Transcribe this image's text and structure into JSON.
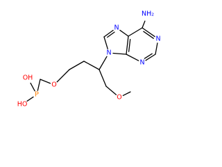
{
  "molecule": {
    "colors": {
      "bond": "#000000",
      "carbon": "#000000",
      "nitrogen": "#0000ff",
      "oxygen": "#ff0000",
      "phosphorus": "#ff8000",
      "background": "#ffffff"
    },
    "atoms": [
      {
        "id": "nh2",
        "label": "NH₂",
        "element": "N"
      },
      {
        "id": "n1",
        "label": "N",
        "element": "N"
      },
      {
        "id": "n3",
        "label": "N",
        "element": "N"
      },
      {
        "id": "n7",
        "label": "N",
        "element": "N"
      },
      {
        "id": "n9",
        "label": "N",
        "element": "N"
      },
      {
        "id": "o_ether",
        "label": "O",
        "element": "O"
      },
      {
        "id": "o_methoxy",
        "label": "O",
        "element": "O"
      },
      {
        "id": "p",
        "label": "P",
        "element": "P"
      },
      {
        "id": "oh_top",
        "label": "OH",
        "element": "O"
      },
      {
        "id": "oh_bottom",
        "label": "HO",
        "element": "O"
      },
      {
        "id": "c6"
      },
      {
        "id": "c5"
      },
      {
        "id": "c4"
      },
      {
        "id": "c2"
      },
      {
        "id": "c8"
      },
      {
        "id": "ca"
      },
      {
        "id": "cb"
      },
      {
        "id": "cc"
      },
      {
        "id": "cd"
      },
      {
        "id": "cme"
      },
      {
        "id": "cp"
      }
    ],
    "bonds": [
      {
        "a": "c6",
        "b": "nh2",
        "order": 1
      },
      {
        "a": "c6",
        "b": "n1",
        "order": 2
      },
      {
        "a": "n1",
        "b": "c2",
        "order": 1
      },
      {
        "a": "c2",
        "b": "n3",
        "order": 2
      },
      {
        "a": "n3",
        "b": "c4",
        "order": 1
      },
      {
        "a": "c4",
        "b": "c5",
        "order": 2
      },
      {
        "a": "c5",
        "b": "c6",
        "order": 1
      },
      {
        "a": "c5",
        "b": "n7",
        "order": 1
      },
      {
        "a": "n7",
        "b": "c8",
        "order": 2
      },
      {
        "a": "c8",
        "b": "n9",
        "order": 1
      },
      {
        "a": "n9",
        "b": "c4",
        "order": 1
      },
      {
        "a": "n9",
        "b": "ca",
        "order": 1
      },
      {
        "a": "ca",
        "b": "cb",
        "order": 1
      },
      {
        "a": "cb",
        "b": "cc",
        "order": 1
      },
      {
        "a": "cc",
        "b": "o_ether",
        "order": 1
      },
      {
        "a": "o_ether",
        "b": "cp",
        "order": 1
      },
      {
        "a": "cp",
        "b": "p",
        "order": 1
      },
      {
        "a": "p",
        "b": "oh_top",
        "order": 1
      },
      {
        "a": "p",
        "b": "oh_bottom",
        "order": 1
      },
      {
        "a": "ca",
        "b": "cd",
        "order": 1
      },
      {
        "a": "cd",
        "b": "o_methoxy",
        "order": 1
      },
      {
        "a": "o_methoxy",
        "b": "cme",
        "order": 1
      }
    ]
  }
}
